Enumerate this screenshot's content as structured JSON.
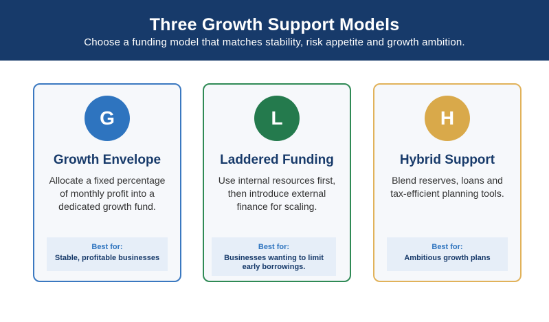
{
  "header": {
    "title": "Three Growth Support Models",
    "subtitle": "Choose a funding model that matches stability, risk appetite and growth ambition."
  },
  "cards": [
    {
      "badge": "G",
      "title": "Growth Envelope",
      "description": "Allocate a fixed percentage of monthly profit into a dedicated growth fund.",
      "best_for_label": "Best for:",
      "best_for_value": "Stable, profitable businesses",
      "accent_color": "#2e74bf"
    },
    {
      "badge": "L",
      "title": "Laddered Funding",
      "description": "Use internal resources first, then introduce external finance for scaling.",
      "best_for_label": "Best for:",
      "best_for_value": "Businesses wanting to limit early borrowings.",
      "accent_color": "#247a4d"
    },
    {
      "badge": "H",
      "title": "Hybrid Support",
      "description": "Blend reserves, loans and tax-efficient planning tools.",
      "best_for_label": "Best for:",
      "best_for_value": "Ambitious growth plans",
      "accent_color": "#d9a94a"
    }
  ],
  "colors": {
    "header_bg": "#173a6a",
    "best_for_bg": "#e6eef8"
  }
}
